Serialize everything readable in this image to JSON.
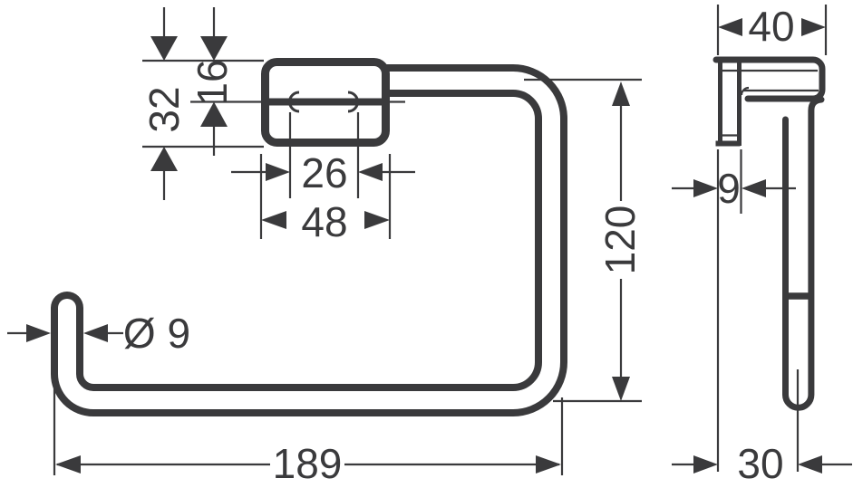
{
  "drawing": {
    "title": "Towel ring dimensional drawing",
    "units": "mm",
    "line_color": "#3a3a3c",
    "background_color": "#ffffff",
    "front_view": {
      "overall_width": "189",
      "overall_height": "120",
      "tube_diameter": "Ø 9",
      "plate_height": "32",
      "plate_top_to_bar_center": "16",
      "hole_spacing": "26",
      "plate_width": "48"
    },
    "side_view": {
      "overall_depth": "40",
      "plate_thickness": "9",
      "wall_to_ring_center": "30"
    }
  }
}
